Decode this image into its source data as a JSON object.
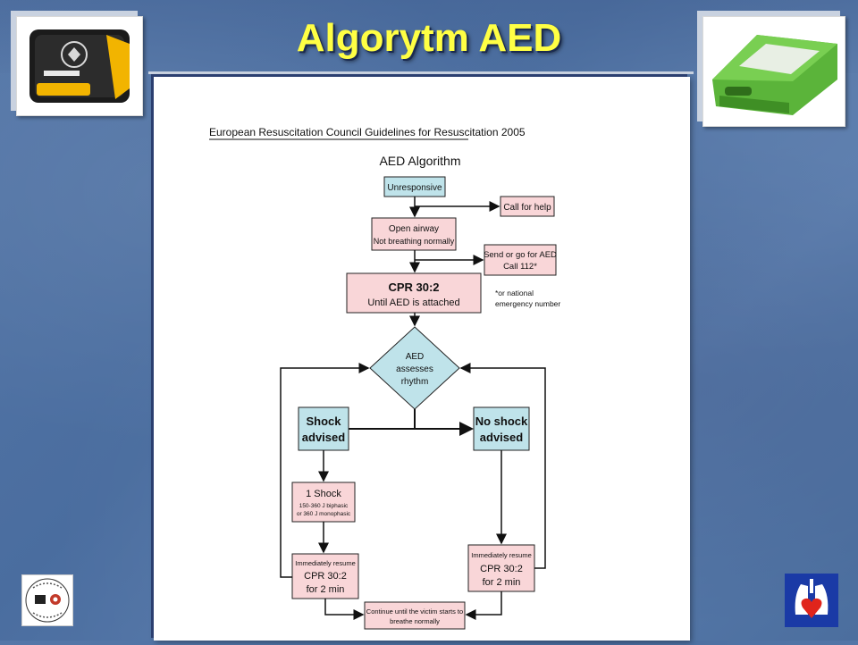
{
  "slide": {
    "title": "Algorytm AED"
  },
  "document": {
    "header": "European Resuscitation Council Guidelines for Resuscitation 2005",
    "algorithm_title": "AED Algorithm"
  },
  "flowchart": {
    "unresponsive": "Unresponsive",
    "call_for_help": "Call for help",
    "open_airway_1": "Open airway",
    "open_airway_2": "Not breathing normally",
    "send_aed_1": "Send or go for AED",
    "send_aed_2": "Call 112*",
    "cpr_1": "CPR 30:2",
    "cpr_2": "Until AED is attached",
    "note_1": "*or national",
    "note_2": "emergency number",
    "aed_1": "AED",
    "aed_2": "assesses",
    "aed_3": "rhythm",
    "shock_1": "Shock",
    "shock_2": "advised",
    "noshock_1": "No shock",
    "noshock_2": "advised",
    "one_shock_1": "1 Shock",
    "one_shock_2": "150-360 J biphasic",
    "one_shock_3": "or 360 J monophasic",
    "resume_l_1": "Immediately resume",
    "resume_l_2": "CPR 30:2",
    "resume_l_3": "for 2 min",
    "resume_r_1": "Immediately resume",
    "resume_r_2": "CPR 30:2",
    "resume_r_3": "for 2 min",
    "continue_1": "Continue until the victim starts to",
    "continue_2": "breathe normally"
  },
  "colors": {
    "blue_box": "#bfe3ea",
    "pink_box": "#f9d6d8",
    "title_yellow": "#ffff44"
  },
  "icons": {
    "left_photo": "lifepak-aed-device",
    "right_photo": "zoll-aed-device",
    "left_logo": "polska-rada-resuscytacji-logo",
    "right_logo": "heart-lungs-logo"
  }
}
